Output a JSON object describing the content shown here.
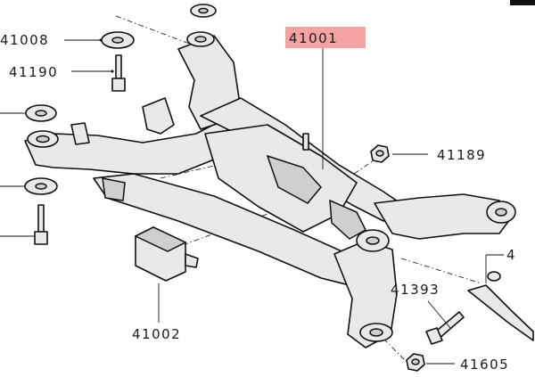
{
  "labels": {
    "p41001": "41001",
    "p41008": "41008",
    "p41190": "41190",
    "p41189": "41189",
    "p41002": "41002",
    "p41393": "41393",
    "p41605": "41605",
    "p4edge": "4"
  },
  "colors": {
    "highlight": "#f4a3a3",
    "line": "#111111",
    "fill": "#e9e9e9"
  }
}
